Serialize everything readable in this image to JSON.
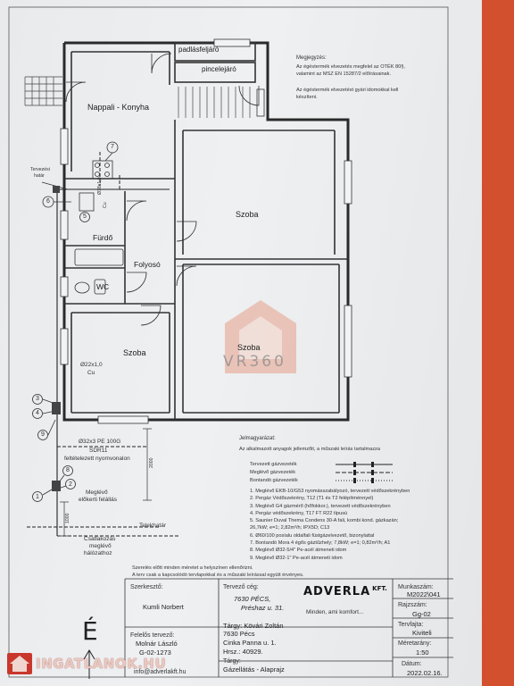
{
  "notes": {
    "heading": "Megjegyzés:",
    "line1": "Az égéstermék elvezetés megfelel az OTÉK 80§,",
    "line2": "valamint az MSZ EN 15287/2 előírásainak.",
    "line3": "Az égéstermék elvezetést gyári idomokkal kell",
    "line4": "készíteni."
  },
  "rooms": {
    "padlas": "padlásfeljáró",
    "pince": "pincelejáró",
    "nappali": "Nappali - Konyha",
    "szoba1": "Szoba",
    "szoba2": "Szoba",
    "szoba3": "Szoba",
    "furdo": "Fürdő",
    "folyoso": "Folyosó",
    "wc": "WC"
  },
  "plan_labels": {
    "tervezesi_hatar_1": "Tervezési",
    "tervezesi_hatar_2": "határ",
    "pipe_18": "Ø18x1,0",
    "cu_1": "Cu",
    "pipe_22": "Ø22x1,0",
    "cu_2": "Cu",
    "pipe_32": "Ø32x3 PE 100G",
    "sdr": "SDR11",
    "feltetel_1": "feltételezett nyomvonalon",
    "meglevo_1": "Meglévő",
    "meglevo_2": "előkerti felállás",
    "telekhatar": "Telekhatár",
    "csatlakozas_1": "Csatlakozás",
    "csatlakozas_2": "meglévő",
    "csatlakozas_3": "hálózathoz",
    "dim_2000": "2000",
    "dim_1000": "1000",
    "num_1": "1",
    "num_2": "2",
    "num_3": "3",
    "num_4": "4",
    "num_5": "5",
    "num_6": "6",
    "num_7": "7",
    "num_8": "8",
    "num_9": "9"
  },
  "legend": {
    "heading": "Jelmagyarázat:",
    "intro": "Az alkalmazott anyagok jellemzőit, a műszaki leírás tartalmazza",
    "line_items": [
      "Tervezett  gázvezeték",
      "Meglévő gázvezeték",
      "Bontandó gázvezeték"
    ],
    "items": [
      "1.   Meglévő EKB-10/G53 nyomásszabályozó, tervezett védőszekrényben",
      "2.   Pergáz Védőszekrény, T12 (T1 és T2 felépítménnyel)",
      "3.   Meglévő G4 gázmérő (hőfokkor.), tervezett védőszekrényben",
      "4.   Pergáz védőszekrény, T17  FT R22 típusú",
      "5.   Saunier Duval Thema Condens 30-A fali, kombi kond. gázkazán;",
      "      26,7kW; e=1; 2,82m³/h; IPX5D; C13",
      "6.   Ø60/100 posíalu oldalfali füstgázelvezető, bizonylattal",
      "7.   Bontandó Mora 4 égős gáztűzhely; 7,8kW; e=1; 0,82m³/h; A1",
      "8.   Meglévő Ø32-5/4\" Pe-acél átmeneti idom",
      "9.   Meglévő Ø32-1\" Pe-acél átmeneti idom"
    ],
    "footer1": "Szerelés előtt minden méretet a helyszínen ellenőrizni.",
    "footer2": "A terv csak a kapcsolódó tervlapokkal és a műszaki leírással együtt érvényes."
  },
  "title_block": {
    "szerkeszto_label": "Szerkesztő:",
    "szerkeszto": "Kumli Norbert",
    "tervezo_ceg_label": "Tervező cég:",
    "ceg_city": "7630 PÉCS,",
    "ceg_street": "Préshaz u. 31.",
    "logo": "ADVERLA",
    "logo_kft": "KFT.",
    "tagline": "Minden, ami komfort...",
    "munkaszam_label": "Munkaszám:",
    "munkaszam": "M2022\\041",
    "rajzszam_label": "Rajzszám:",
    "rajzszam": "Gg-02",
    "felelos_label": "Felelős tervező:",
    "felelos": "Molnár László",
    "felelos_id": "G-02-1273",
    "email": "info@adverlakft.hu",
    "targy_owner": "Tárgy: Kövári Zoltán",
    "cim_city": "7630 Pécs",
    "cim_street": "Cinka Panna u. 1.",
    "hrsz": "Hrsz.: 40929.",
    "targy_label": "Tárgy:",
    "targy": "Gázellátás - Alaprajz",
    "tervfajta_label": "Tervfajta:",
    "tervfajta": "Kiviteli",
    "meretarany_label": "Méretarány:",
    "meretarany": "1:50",
    "datum_label": "Dátum:",
    "datum": "2022.02.16."
  },
  "north": "É",
  "watermark": "VR360",
  "banner": "INGATLANOK.HU"
}
